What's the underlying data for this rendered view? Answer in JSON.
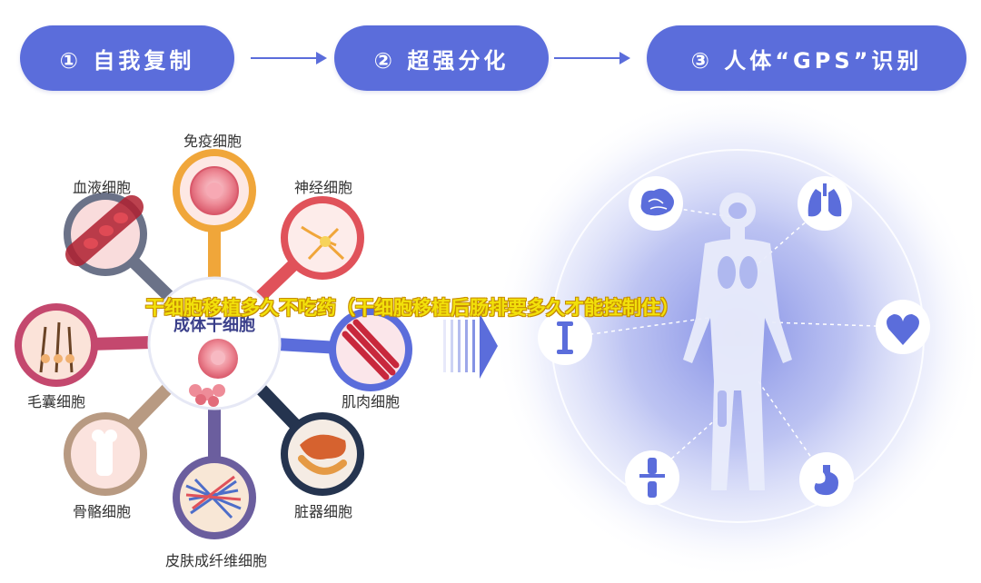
{
  "steps": [
    {
      "label": "① 自我复制"
    },
    {
      "label": "② 超强分化"
    },
    {
      "label": "③ 人体“GPS”识别"
    }
  ],
  "center": {
    "label": "成体干细胞"
  },
  "cells": [
    {
      "label": "免疫细胞",
      "color": "#f0a63a"
    },
    {
      "label": "神经细胞",
      "color": "#e0525a"
    },
    {
      "label": "肌肉细胞",
      "color": "#5b6ddb"
    },
    {
      "label": "脏器细胞",
      "color": "#25344f"
    },
    {
      "label": "皮肤成纤维细胞",
      "color": "#6b5e9e"
    },
    {
      "label": "骨骼细胞",
      "color": "#b89a82"
    },
    {
      "label": "毛囊细胞",
      "color": "#c4486e"
    },
    {
      "label": "血液细胞",
      "color": "#6b7288"
    }
  ],
  "overlay": {
    "text": "干细胞移植多久不吃药（干细胞移植后肠排要多久才能控制住）"
  },
  "body_icons": [
    "brain-icon",
    "lungs-icon",
    "heart-icon",
    "stomach-icon",
    "knee-joint-icon",
    "bone-icon"
  ],
  "colors": {
    "primary": "#5b6ddb",
    "glow": "#8d96e8"
  }
}
